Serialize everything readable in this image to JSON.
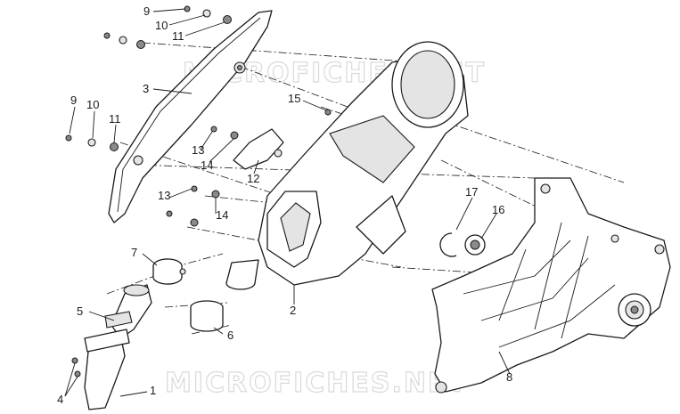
{
  "callouts": {
    "c1": "1",
    "c2": "2",
    "c3": "3",
    "c4": "4",
    "c5": "5",
    "c6": "6",
    "c7": "7",
    "c8": "8",
    "c9a": "9",
    "c9b": "9",
    "c10a": "10",
    "c10b": "10",
    "c11a": "11",
    "c11b": "11",
    "c12": "12",
    "c13a": "13",
    "c13b": "13",
    "c14a": "14",
    "c14b": "14",
    "c15": "15",
    "c16": "16",
    "c17": "17"
  },
  "watermark": {
    "top": "MICROFICHES.NET",
    "bottom": "MICROFICHES.NET"
  }
}
